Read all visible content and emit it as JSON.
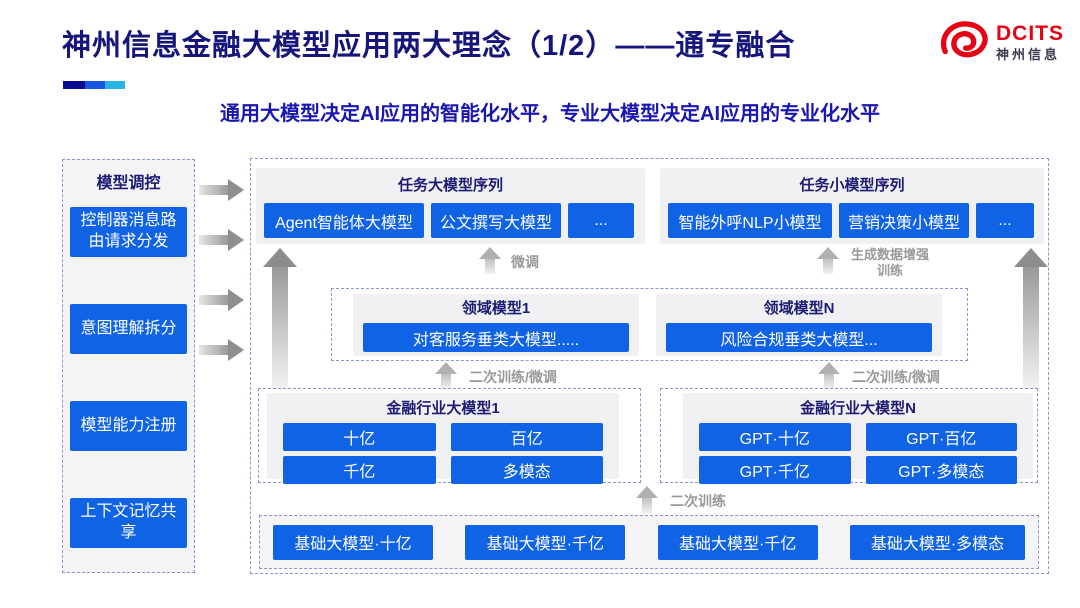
{
  "header": {
    "title": "神州信息金融大模型应用两大理念（1/2）——通专融合",
    "subtitle": "通用大模型决定AI应用的智能化水平，专业大模型决定AI应用的专业化水平",
    "logo": {
      "brand": "DCITS",
      "brand_cn": "神州信息"
    },
    "accent_colors": [
      "#0b0b8f",
      "#1659e0",
      "#2ab5e8"
    ]
  },
  "colors": {
    "box_blue": "#1063e5",
    "heading_navy": "#1c1c72",
    "title_navy": "#16157a",
    "subtitle_blue": "#1a16ae",
    "label_gray": "#999999",
    "brand_red": "#e60315"
  },
  "sidebar": {
    "title": "模型调控",
    "items": [
      {
        "label": "控制器消息路由请求分发"
      },
      {
        "label": "意图理解拆分"
      },
      {
        "label": "模型能力注册"
      },
      {
        "label": "上下文记忆共享"
      }
    ]
  },
  "diagram": {
    "task_large": {
      "title": "任务大模型序列",
      "items": [
        "Agent智能体大模型",
        "公文撰写大模型",
        "..."
      ]
    },
    "task_small": {
      "title": "任务小模型序列",
      "items": [
        "智能外呼NLP小模型",
        "营销决策小模型",
        "..."
      ]
    },
    "labels": {
      "finetune": "微调",
      "gen_aug": "生成数据增强训练",
      "retrain_ft": "二次训练/微调",
      "retrain": "二次训练"
    },
    "domain": {
      "groups": [
        {
          "title": "领域模型1",
          "item": "对客服务垂类大模型....."
        },
        {
          "title": "领域模型N",
          "item": "风险合规垂类大模型..."
        }
      ]
    },
    "industry": [
      {
        "title": "金融行业大模型1",
        "items": [
          "十亿",
          "百亿",
          "千亿",
          "多模态"
        ]
      },
      {
        "title": "金融行业大模型N",
        "items": [
          "GPT·十亿",
          "GPT·百亿",
          "GPT·千亿",
          "GPT·多模态"
        ]
      }
    ],
    "foundation": [
      "基础大模型·十亿",
      "基础大模型·千亿",
      "基础大模型·千亿",
      "基础大模型·多模态"
    ]
  }
}
